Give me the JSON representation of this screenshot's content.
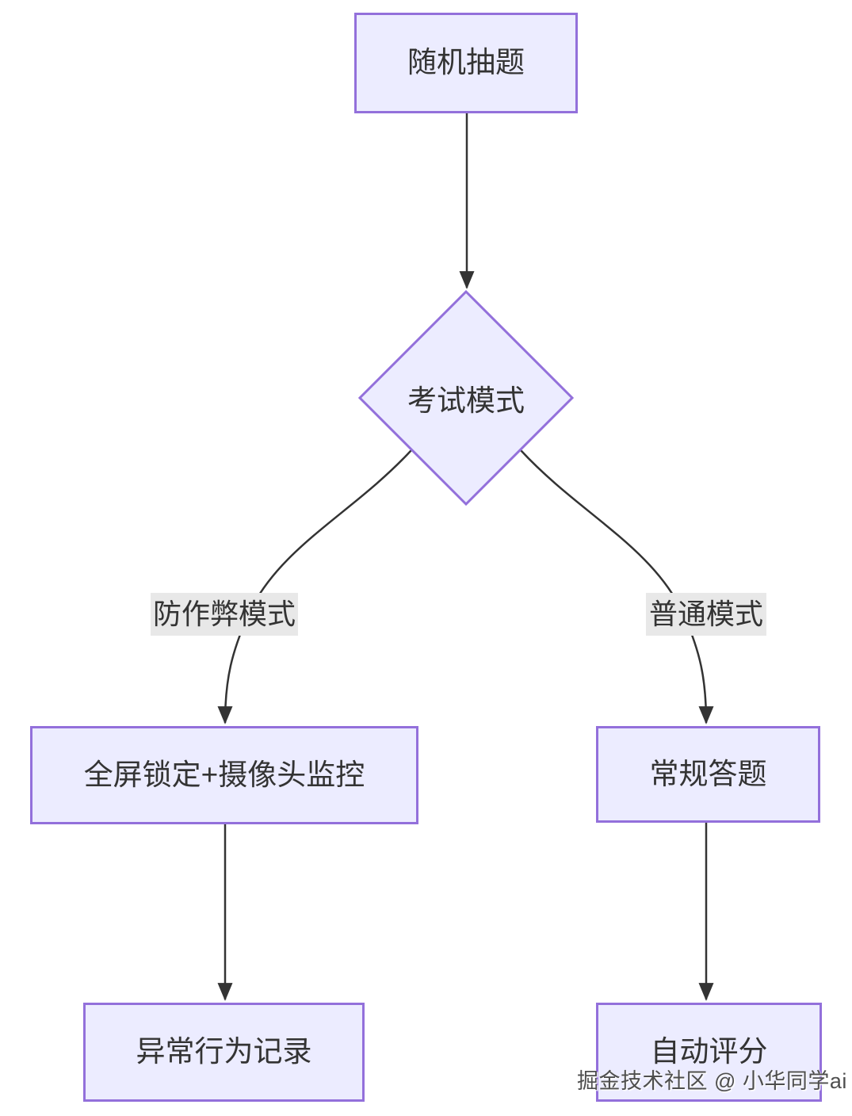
{
  "diagram": {
    "type": "flowchart",
    "direction": "top-down",
    "nodes": {
      "start": {
        "label": "随机抽题",
        "shape": "rect"
      },
      "decision": {
        "label": "考试模式",
        "shape": "diamond"
      },
      "anticheat": {
        "label": "全屏锁定+摄像头监控",
        "shape": "rect"
      },
      "normal": {
        "label": "常规答题",
        "shape": "rect"
      },
      "record": {
        "label": "异常行为记录",
        "shape": "rect"
      },
      "score": {
        "label": "自动评分",
        "shape": "rect"
      }
    },
    "edges": [
      {
        "from": "start",
        "to": "decision",
        "label": ""
      },
      {
        "from": "decision",
        "to": "anticheat",
        "label": "防作弊模式"
      },
      {
        "from": "decision",
        "to": "normal",
        "label": "普通模式"
      },
      {
        "from": "anticheat",
        "to": "record",
        "label": ""
      },
      {
        "from": "normal",
        "to": "score",
        "label": ""
      }
    ],
    "colors": {
      "node_fill": "#ECECFF",
      "node_border": "#9370DB",
      "edge_stroke": "#333333",
      "node_text": "#333333",
      "edge_label_bg": "#E8E8E8",
      "canvas_bg": "#FFFFFF"
    },
    "watermark": "掘金技术社区 @ 小华同学ai"
  }
}
